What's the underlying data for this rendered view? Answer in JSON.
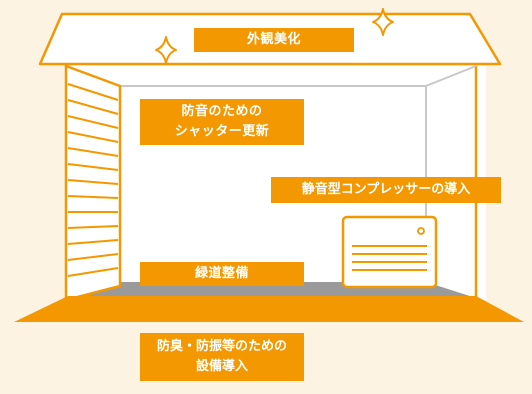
{
  "labels": {
    "exterior": "外観美化",
    "shutter_line1": "防音のための",
    "shutter_line2": "シャッター更新",
    "compressor": "静音型コンプレッサーの導入",
    "greening": "緑道整備",
    "odor_line1": "防臭・防振等のための",
    "odor_line2": "設備導入"
  },
  "colors": {
    "accent": "#f39800",
    "background": "#fdf3e3",
    "wall": "#ffffff",
    "inner_line": "#c8c8c8",
    "floor": "#9a9a9a"
  },
  "icons": [
    "sparkle-icon",
    "sparkle-icon",
    "air-conditioner-icon",
    "shutter-icon"
  ]
}
